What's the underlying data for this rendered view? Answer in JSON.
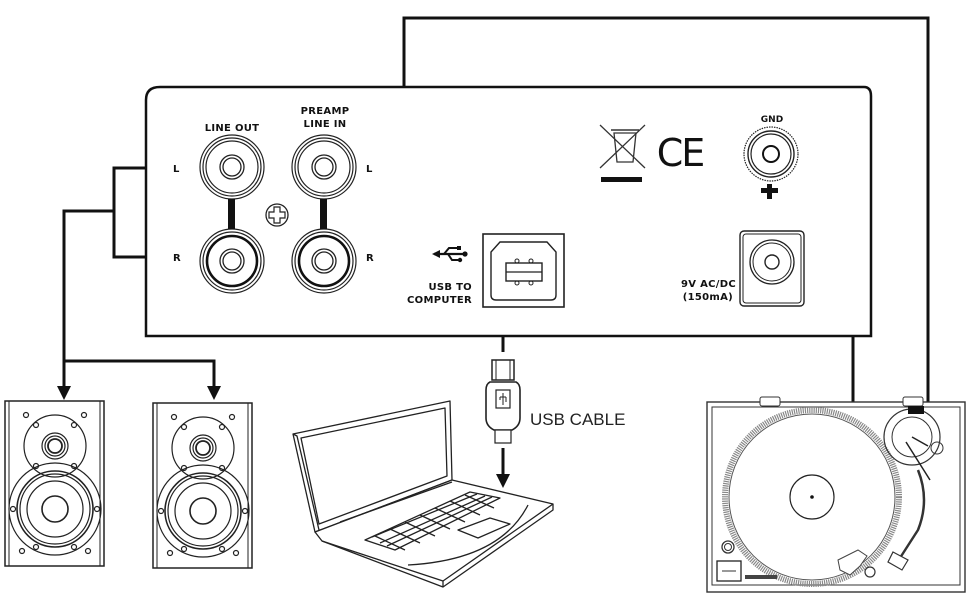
{
  "device_panel": {
    "line_out_label": "LINE OUT",
    "preamp_label_line1": "PREAMP",
    "preamp_label_line2": "LINE IN",
    "line_out_left_label": "L",
    "line_out_right_label": "R",
    "preamp_left_label": "L",
    "preamp_right_label": "R",
    "usb_label_line1": "USB TO",
    "usb_label_line2": "COMPUTER",
    "gnd_label": "GND",
    "power_label_line1": "9V AC/DC",
    "power_label_line2": "(150mA)",
    "ce_mark": "CE",
    "icons": [
      "weee-bin-icon",
      "ce-mark-icon",
      "usb-icon",
      "ground-icon",
      "screw-icon"
    ]
  },
  "cable": {
    "usb_cable_label": "USB CABLE"
  },
  "devices": [
    "speaker-left",
    "speaker-right",
    "laptop",
    "turntable"
  ],
  "colors": {
    "line": "#111111",
    "background": "#ffffff",
    "platter": "#888888"
  }
}
